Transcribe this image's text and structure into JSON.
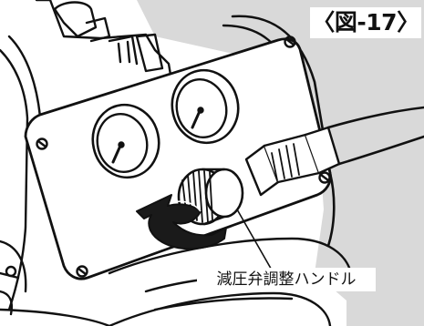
{
  "figure": {
    "number_label": "〈図-17〉"
  },
  "callout": {
    "label": "減圧弁調整ハンドル"
  },
  "colors": {
    "background_shade": "#d9d9d9",
    "line": "#111111",
    "paper": "#ffffff",
    "dark_fill": "#1a1a1a"
  },
  "parts": {
    "panel": "front-panel",
    "left_gauge": "pressure-gauge",
    "right_gauge": "pressure-gauge",
    "knob": "regulator-adjustment-handle",
    "arrow": "curved-rotation-arrow",
    "hose": "air-hose-with-coupler"
  }
}
